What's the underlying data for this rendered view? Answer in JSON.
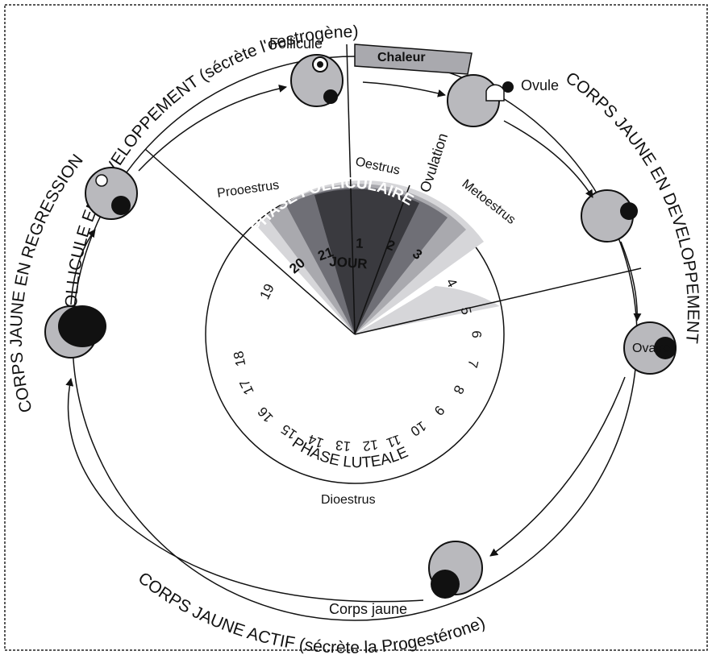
{
  "titles": {
    "top": "FOLLICULE EN DEVELOPPEMENT (sécrète l'oestrogène)",
    "right": "CORPS JAUNE EN DEVELOPPEMENT",
    "bottom": "CORPS JAUNE ACTIF (sécrète la Progestérone)",
    "left": "CORPS JAUNE EN REGRESSION"
  },
  "labels": {
    "follicule": "Follicule",
    "chaleur": "Chaleur",
    "ovule": "Ovule",
    "ovulation": "Ovulation",
    "ovaire": "Ovaire",
    "corps_jaune": "Corps jaune"
  },
  "stages": {
    "prooestrus": "Prooestrus",
    "oestrus": "Oestrus",
    "metoestrus": "Metoestrus",
    "dioestrus": "Dioestrus"
  },
  "phases": {
    "folliculaire": "PHASE FOLLICULAIRE",
    "luteale": "PHASE LUTEALE",
    "jour": "JOUR"
  },
  "days": [
    "1",
    "2",
    "3",
    "4",
    "5",
    "6",
    "7",
    "8",
    "9",
    "10",
    "11",
    "12",
    "13",
    "14",
    "15",
    "16",
    "17",
    "18",
    "19",
    "20",
    "21"
  ],
  "colors": {
    "ovary_fill": "#b9b9bd",
    "corpus": "#0b0b0b",
    "sector_dark": "#3a3a3f",
    "sector_mid": "#6f6f76",
    "sector_light": "#a9a9ae",
    "sector_pale": "#d6d6d9"
  }
}
